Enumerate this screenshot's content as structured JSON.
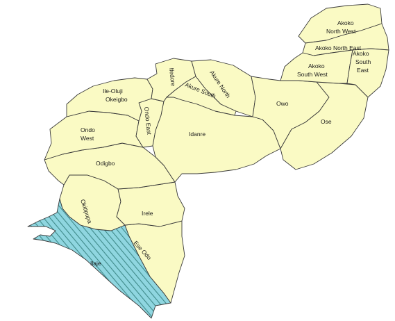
{
  "map": {
    "colors": {
      "land": "#fafac4",
      "border": "#3a3a3a",
      "hatch_bg": "#8fd6e0",
      "hatch_line": "#3f8a8a"
    },
    "regions": [
      {
        "id": "ilaje",
        "label": "Ilaje",
        "fill": "hatched"
      },
      {
        "id": "okitipupa",
        "label": "Okitipupa",
        "fill": "land"
      },
      {
        "id": "ese-odo",
        "label": "Ese Odo",
        "fill": "land"
      },
      {
        "id": "irele",
        "label": "Irele",
        "fill": "land"
      },
      {
        "id": "odigbo",
        "label": "Odigbo",
        "fill": "land"
      },
      {
        "id": "ondo-west",
        "label_lines": [
          "Ondo",
          "West"
        ],
        "fill": "land"
      },
      {
        "id": "ondo-east",
        "label": "Ondo East",
        "fill": "land"
      },
      {
        "id": "ile-oluji-okeigbo",
        "label_lines": [
          "Ile-Oluji",
          "Okeigbo"
        ],
        "fill": "land"
      },
      {
        "id": "ifedore",
        "label": "Ifedore",
        "fill": "land"
      },
      {
        "id": "akure-north",
        "label": "Akure North",
        "fill": "land"
      },
      {
        "id": "akure-south",
        "label": "Akure South",
        "fill": "land"
      },
      {
        "id": "idanre",
        "label": "Idanre",
        "fill": "land"
      },
      {
        "id": "owo",
        "label": "Owo",
        "fill": "land"
      },
      {
        "id": "ose",
        "label": "Ose",
        "fill": "land"
      },
      {
        "id": "akoko-north-west",
        "label_lines": [
          "Akoko",
          "North West"
        ],
        "fill": "land"
      },
      {
        "id": "akoko-north-east",
        "label": "Akoko North East",
        "fill": "land"
      },
      {
        "id": "akoko-south-west",
        "label_lines": [
          "Akoko",
          "South West"
        ],
        "fill": "land"
      },
      {
        "id": "akoko-south-east",
        "label_lines": [
          "Akoko",
          "South",
          "East"
        ],
        "fill": "land"
      }
    ]
  }
}
